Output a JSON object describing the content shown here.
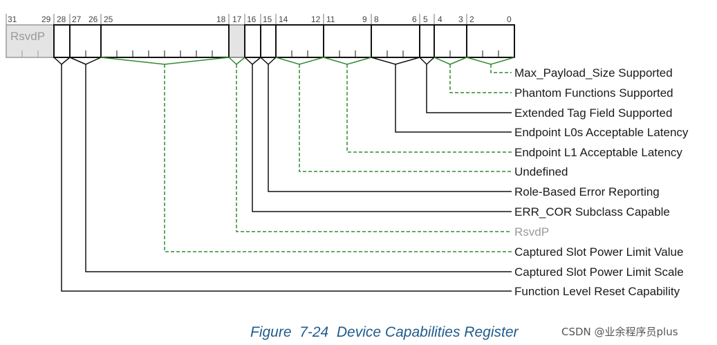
{
  "register": {
    "bit_labels": [
      "31",
      "29",
      "28",
      "27",
      "26",
      "25",
      "18",
      "17",
      "16",
      "15",
      "14",
      "12",
      "11",
      "9",
      "8",
      "6",
      "5",
      "4",
      "3",
      "2",
      "0"
    ],
    "reserved_box_label": "RsvdP"
  },
  "fields": [
    {
      "name": "Max_Payload_Size Supported",
      "bits": "2:0",
      "style": "green-dashed"
    },
    {
      "name": "Phantom Functions Supported",
      "bits": "4:3",
      "style": "green-dashed"
    },
    {
      "name": "Extended Tag Field Supported",
      "bits": "5",
      "style": "black"
    },
    {
      "name": "Endpoint L0s Acceptable Latency",
      "bits": "8:6",
      "style": "black"
    },
    {
      "name": "Endpoint L1 Acceptable Latency",
      "bits": "11:9",
      "style": "green-dashed"
    },
    {
      "name": "Undefined",
      "bits": "14:12",
      "style": "green-dashed"
    },
    {
      "name": "Role-Based Error Reporting",
      "bits": "15",
      "style": "black"
    },
    {
      "name": "ERR_COR Subclass Capable",
      "bits": "16",
      "style": "black"
    },
    {
      "name": "RsvdP",
      "bits": "17",
      "style": "gray-dashed"
    },
    {
      "name": "Captured Slot Power Limit Value",
      "bits": "25:18",
      "style": "green-dashed"
    },
    {
      "name": "Captured Slot Power Limit Scale",
      "bits": "27:26",
      "style": "black"
    },
    {
      "name": "Function Level Reset Capability",
      "bits": "28",
      "style": "black"
    }
  ],
  "caption": "Figure  7-24  Device Capabilities Register",
  "watermark": "CSDN @业余程序员plus",
  "colors": {
    "green": "#2e8b2e",
    "black": "#111111",
    "reserved_fill": "#e4e4e4",
    "reserved_text": "#9a9a9a",
    "caption": "#1f5b8c"
  }
}
